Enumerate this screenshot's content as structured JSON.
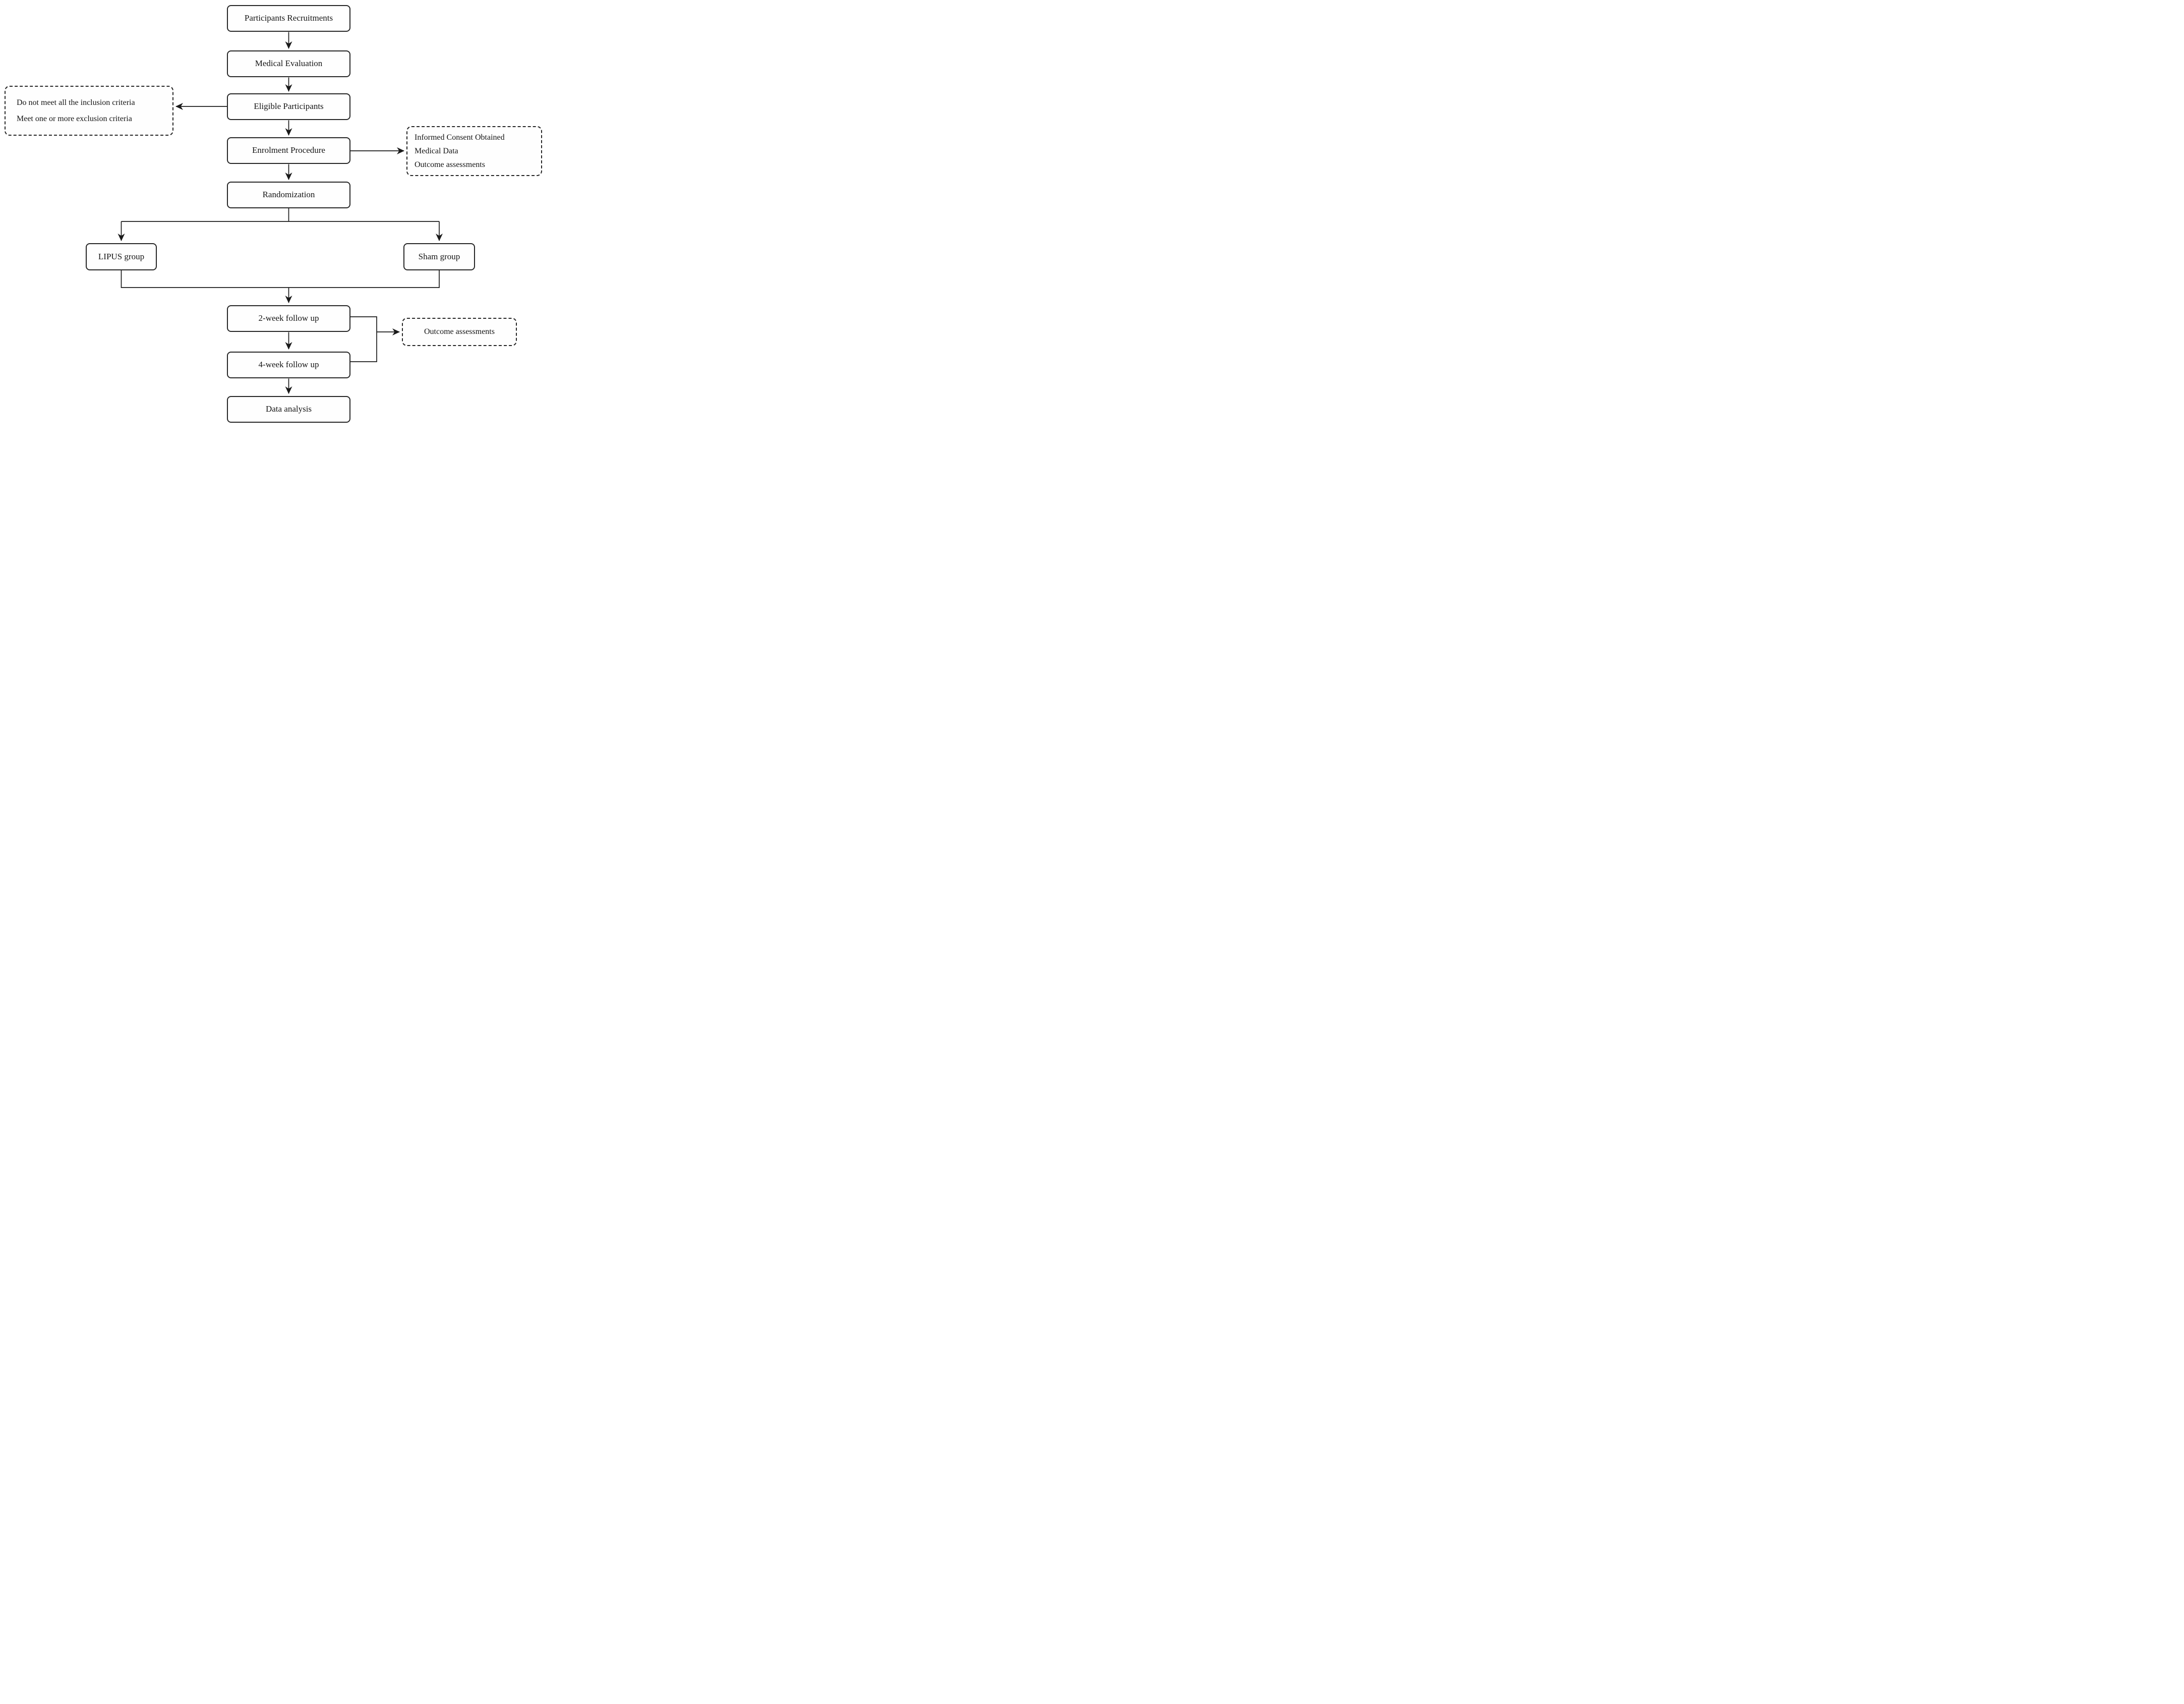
{
  "diagram": {
    "background": "#ffffff",
    "line_color": "#1a1a1a",
    "nodes": {
      "participants_recruitment": {
        "label": "Participants Recruitments"
      },
      "medical_evaluation": {
        "label": "Medical Evaluation"
      },
      "eligible_participants": {
        "label": "Eligible Participants"
      },
      "enrolment_procedure": {
        "label": "Enrolment Procedure"
      },
      "randomization": {
        "label": "Randomization"
      },
      "lipus_group": {
        "label": "LIPUS group"
      },
      "sham_group": {
        "label": "Sham group"
      },
      "two_week_follow_up": {
        "label": "2-week follow up"
      },
      "four_week_follow_up": {
        "label": "4-week follow up"
      },
      "data_analysis": {
        "label": "Data analysis"
      },
      "exclusion_note": {
        "lines": [
          "Do not meet all the inclusion criteria",
          "Meet one or more exclusion criteria"
        ]
      },
      "enrolment_note": {
        "lines": [
          "Informed Consent Obtained",
          "Medical Data",
          "Outcome assessments"
        ]
      },
      "outcome_note": {
        "label": "Outcome assessments"
      }
    }
  }
}
